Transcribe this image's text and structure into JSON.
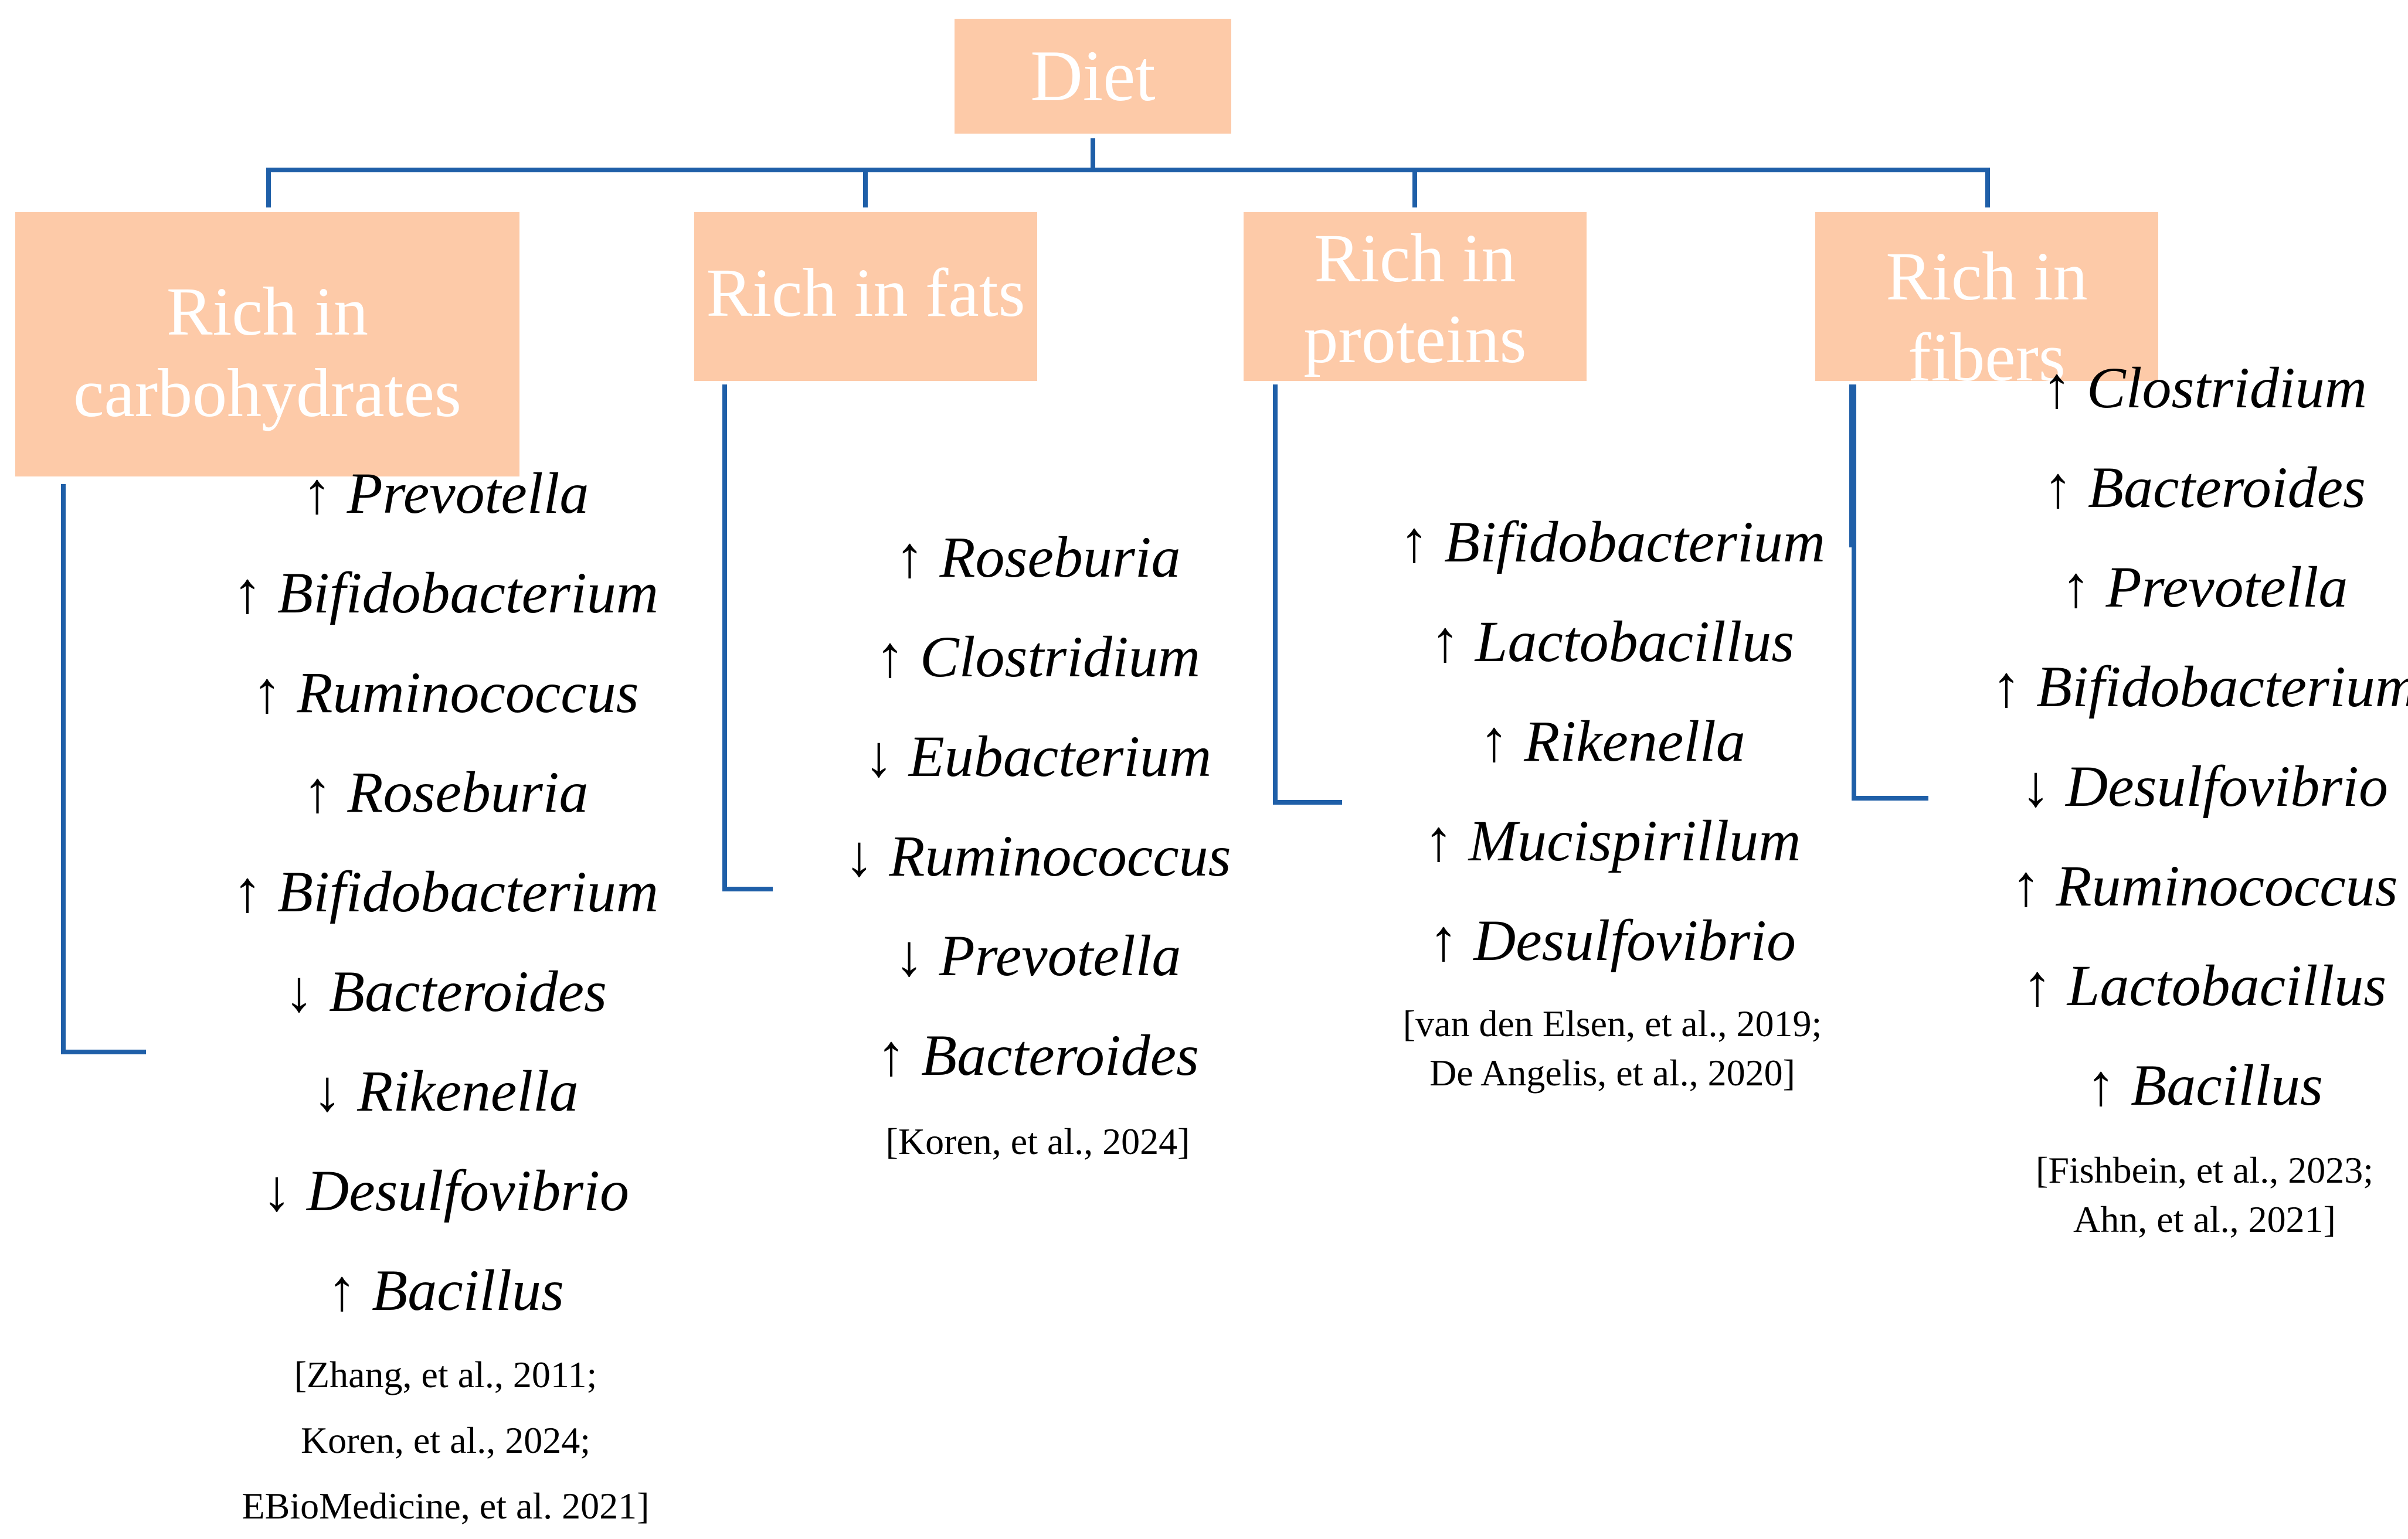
{
  "root": {
    "label": "Diet"
  },
  "colors": {
    "box_fill": "#fdcaa8",
    "box_text": "#ffffff",
    "connector": "#1f5fa8"
  },
  "groups": [
    {
      "label_lines": [
        "Rich in",
        "carbohydrates"
      ],
      "items": [
        {
          "arrow": "↑",
          "genus": "Prevotella"
        },
        {
          "arrow": "↑",
          "genus": "Bifidobacterium"
        },
        {
          "arrow": "↑",
          "genus": "Ruminococcus"
        },
        {
          "arrow": "↑",
          "genus": "Roseburia"
        },
        {
          "arrow": "↑",
          "genus": "Bifidobacterium"
        },
        {
          "arrow": "↓",
          "genus": "Bacteroides"
        },
        {
          "arrow": "↓",
          "genus": "Rikenella"
        },
        {
          "arrow": "↓",
          "genus": "Desulfovibrio"
        },
        {
          "arrow": "↑",
          "genus": "Bacillus"
        }
      ],
      "citation_lines": [
        "[Zhang, et al., 2011;",
        "Koren, et al., 2024;",
        "EBioMedicine, et al. 2021]"
      ]
    },
    {
      "label_lines": [
        "Rich in fats"
      ],
      "items": [
        {
          "arrow": "↑",
          "genus": "Roseburia"
        },
        {
          "arrow": "↑",
          "genus": "Clostridium"
        },
        {
          "arrow": "↓",
          "genus": "Eubacterium"
        },
        {
          "arrow": "↓",
          "genus": "Ruminococcus"
        },
        {
          "arrow": "↓",
          "genus": "Prevotella"
        },
        {
          "arrow": "↑",
          "genus": "Bacteroides"
        }
      ],
      "citation_lines": [
        "[Koren, et al., 2024]"
      ]
    },
    {
      "label_lines": [
        "Rich in",
        "proteins"
      ],
      "items": [
        {
          "arrow": "↑",
          "genus": "Bifidobacterium"
        },
        {
          "arrow": "↑",
          "genus": "Lactobacillus"
        },
        {
          "arrow": "↑",
          "genus": "Rikenella"
        },
        {
          "arrow": "↑",
          "genus": "Mucispirillum"
        },
        {
          "arrow": "↑",
          "genus": "Desulfovibrio"
        }
      ],
      "citation_lines": [
        "[van den Elsen, et al., 2019;",
        "De Angelis, et al., 2020]"
      ]
    },
    {
      "label_lines": [
        "Rich in",
        "fibers"
      ],
      "items": [
        {
          "arrow": "↑",
          "genus": "Clostridium"
        },
        {
          "arrow": "↑",
          "genus": "Bacteroides"
        },
        {
          "arrow": "↑",
          "genus": "Prevotella"
        },
        {
          "arrow": "↑",
          "genus": "Bifidobacterium"
        },
        {
          "arrow": "↓",
          "genus": "Desulfovibrio"
        },
        {
          "arrow": "↑",
          "genus": "Ruminococcus"
        },
        {
          "arrow": "↑",
          "genus": "Lactobacillus"
        },
        {
          "arrow": "↑",
          "genus": "Bacillus"
        }
      ],
      "citation_lines": [
        "[Fishbein, et al., 2023;",
        "Ahn, et al., 2021]"
      ]
    }
  ]
}
